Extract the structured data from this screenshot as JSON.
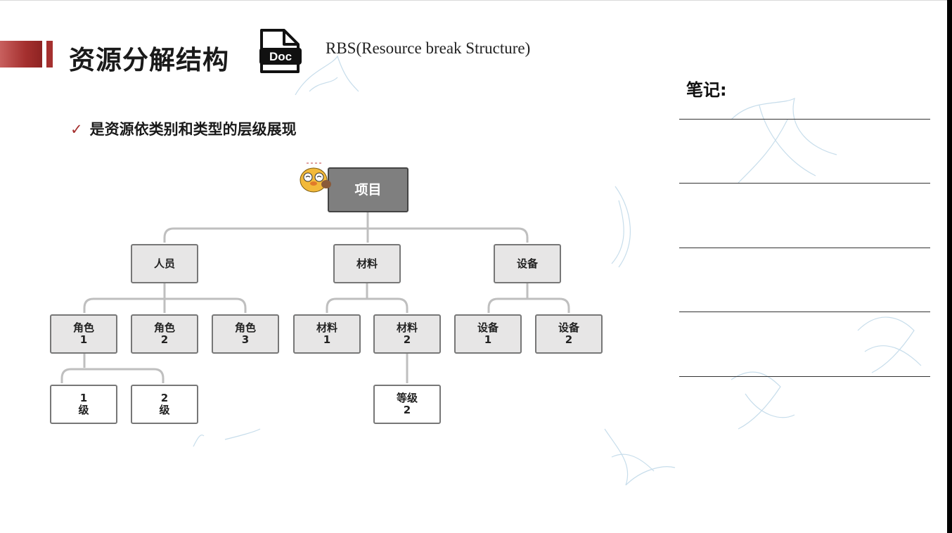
{
  "header": {
    "title": "资源分解结构",
    "doc_icon_label": "Doc",
    "subtitle": "RBS(Resource break Structure)"
  },
  "bullet": {
    "check": "✓",
    "text": "是资源依类别和类型的层级展现"
  },
  "notes": {
    "label": "笔记:"
  },
  "tree": {
    "root": "项目",
    "level1": [
      "人员",
      "材料",
      "设备"
    ],
    "level2": [
      "角色\n1",
      "角色\n2",
      "角色\n3",
      "材料\n1",
      "材料\n2",
      "设备\n1",
      "设备\n2"
    ],
    "level3": [
      "1\n级",
      "2\n级",
      "等级\n2"
    ]
  },
  "colors": {
    "accent": "#a5302f",
    "root_fill": "#7f7f7f",
    "node_fill": "#e7e6e6",
    "connector": "#bfbfbf"
  }
}
